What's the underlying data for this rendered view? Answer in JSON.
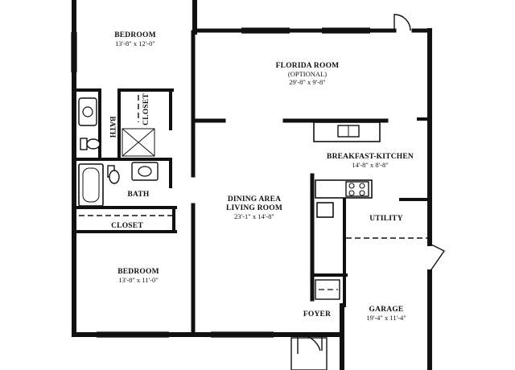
{
  "rooms": {
    "bedroom_top": {
      "name": "BEDROOM",
      "dims": "13'-8\" x 12'-0\""
    },
    "florida": {
      "name": "FLORIDA ROOM",
      "note": "(OPTIONAL)",
      "dims": "29'-8\" x 9'-8\""
    },
    "kitchen": {
      "name": "BREAKFAST-KITCHEN",
      "dims": "14'-8\" x 8'-8\""
    },
    "closet_vertical": {
      "name": "CLOSET"
    },
    "bath_top": {
      "name": "BATH"
    },
    "bath_bottom": {
      "name": "BATH"
    },
    "dining_living": {
      "name": "DINING AREA",
      "name2": "LIVING ROOM",
      "dims": "23'-1\" x 14'-8\""
    },
    "utility": {
      "name": "UTILITY"
    },
    "closet_horizontal": {
      "name": "CLOSET"
    },
    "bedroom_bottom": {
      "name": "BEDROOM",
      "dims": "13'-8\" x 11'-0\""
    },
    "foyer": {
      "name": "FOYER"
    },
    "garage": {
      "name": "GARAGE",
      "dims": "19'-4\" x 11'-4\""
    }
  },
  "colors": {
    "ink": "#111111",
    "paper": "#ffffff"
  }
}
